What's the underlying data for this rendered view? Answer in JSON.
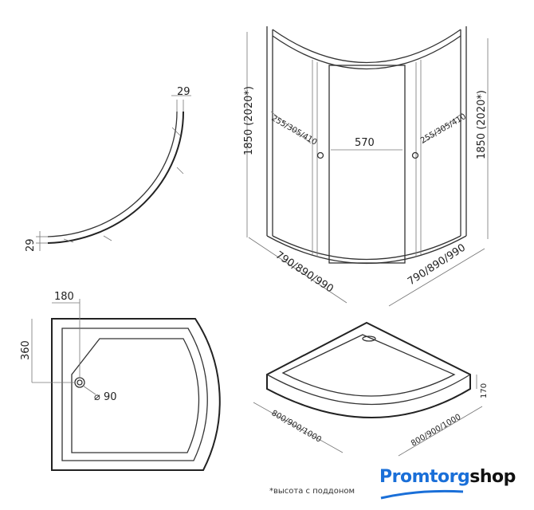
{
  "plan_view": {
    "dim_top": "29",
    "dim_left": "29"
  },
  "cabin_view": {
    "height_left": "1850 (2020*)",
    "height_right": "1850 (2020*)",
    "panel_left": "255/305/410",
    "panel_right": "255/305/410",
    "door_width": "570",
    "width_left": "790/890/990",
    "width_right": "790/890/990"
  },
  "tray_plan": {
    "dim_x": "180",
    "dim_y": "360",
    "drain": "⌀ 90"
  },
  "tray_3d": {
    "height": "170",
    "width_left": "800/900/1000",
    "width_right": "800/900/1000"
  },
  "footnote": "*высота с поддоном",
  "logo": {
    "part1": "Promtorg",
    "part2": "shop",
    "color": "#1a6fd8"
  }
}
